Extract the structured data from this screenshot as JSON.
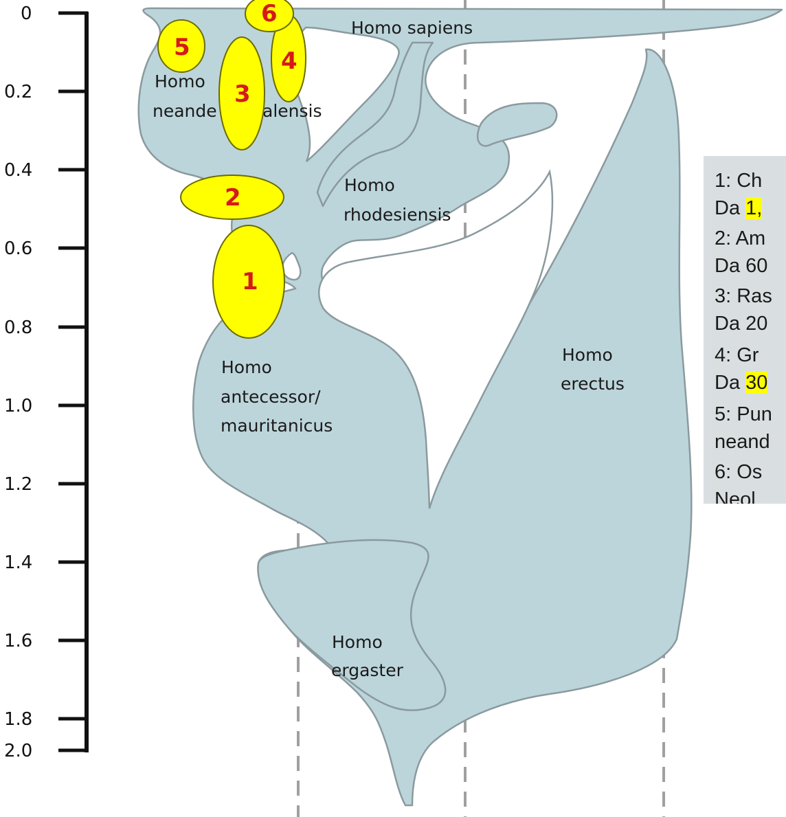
{
  "axis": {
    "ticks": [
      "0",
      "0.2",
      "0.4",
      "0.6",
      "0.8",
      "1.0",
      "1.2",
      "1.4",
      "1.6",
      "1.8",
      "2.0"
    ]
  },
  "species": {
    "sapiens": "Homo sapiens",
    "neanderthalensis_1": "Homo",
    "neanderthalensis_2a": "neande",
    "neanderthalensis_2b": "alensis",
    "rhodesiensis_1": "Homo",
    "rhodesiensis_2": "rhodesiensis",
    "antecessor_1": "Homo",
    "antecessor_2": "antecessor/",
    "antecessor_3": "mauritanicus",
    "erectus_1": "Homo",
    "erectus_2": "erectus",
    "ergaster_1": "Homo",
    "ergaster_2": "ergaster"
  },
  "markers": [
    "1",
    "2",
    "3",
    "4",
    "5",
    "6"
  ],
  "legend": {
    "items": [
      {
        "line1": "1: Ch",
        "line2_prefix": "Da ",
        "line2_highlight": "1,"
      },
      {
        "line1": "2: Am",
        "line2_prefix": "Da 60",
        "line2_highlight": ""
      },
      {
        "line1": "3: Ras",
        "line2_prefix": "Da 20",
        "line2_highlight": ""
      },
      {
        "line1": "4: Gr",
        "line2_prefix": "Da ",
        "line2_highlight": "30"
      },
      {
        "line1": "5: Pun",
        "line2_prefix": "neand",
        "line2_highlight": ""
      },
      {
        "line1": "6: Os",
        "line2_prefix": "Neol",
        "line2_highlight": ""
      }
    ]
  },
  "colors": {
    "body_fill": "#bcd5db",
    "body_stroke": "#8a9a9e",
    "marker_fill": "#ffff00",
    "marker_number": "#d41a1a",
    "legend_bg": "#d9dfe1",
    "highlight": "#ffff00"
  }
}
